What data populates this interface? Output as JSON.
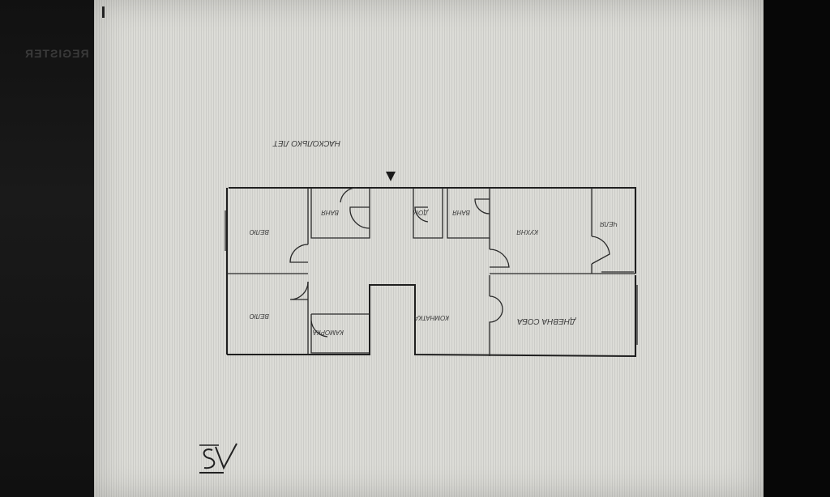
{
  "page": {
    "margin_marker": "I",
    "bleed_text": "REGISTER"
  },
  "plan": {
    "entrance_label": "НАСКОЛЬКО ЛЕТ",
    "rooms": [
      {
        "id": "room-top-left",
        "label": "ВЕЛЮ"
      },
      {
        "id": "room-bottom-left",
        "label": "ВЕЛЮ"
      },
      {
        "id": "hall-left",
        "label": "ВАНЯ"
      },
      {
        "id": "wc",
        "label": "ДОМ"
      },
      {
        "id": "hall-right",
        "label": "ВАНЯ"
      },
      {
        "id": "kitchen",
        "label": "КУХНЯ"
      },
      {
        "id": "pantry",
        "label": "ЧЕЛЯ"
      },
      {
        "id": "storage",
        "label": "КАМОРКА"
      },
      {
        "id": "corridor",
        "label": "КОМНАТКА"
      },
      {
        "id": "living",
        "label": "ДНЕВНА СОБА"
      }
    ],
    "signature": "SV"
  },
  "colors": {
    "paper": "#dcdcd7",
    "ink": "#2a2a2a",
    "background": "#0c0c0c"
  }
}
